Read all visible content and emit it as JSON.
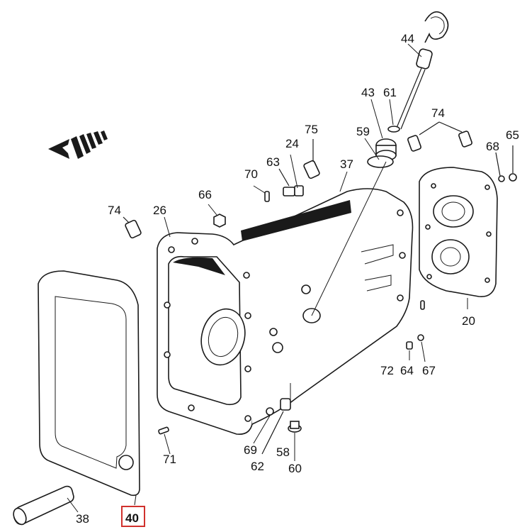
{
  "highlight_color": "#d0312d",
  "callouts": {
    "c44": "44",
    "c43": "43",
    "c61": "61",
    "c74a": "74",
    "c65": "65",
    "c75": "75",
    "c59": "59",
    "c24": "24",
    "c63": "63",
    "c68": "68",
    "c70": "70",
    "c37": "37",
    "c66": "66",
    "c74b": "74",
    "c26": "26",
    "c20": "20",
    "c72": "72",
    "c64": "64",
    "c67": "67",
    "c69": "69",
    "c71": "71",
    "c58": "58",
    "c62": "62",
    "c60": "60",
    "c38": "38",
    "c40": "40"
  },
  "highlighted_part": "40",
  "icons": {
    "direction_arrow": "forward-direction-arrow-icon"
  }
}
